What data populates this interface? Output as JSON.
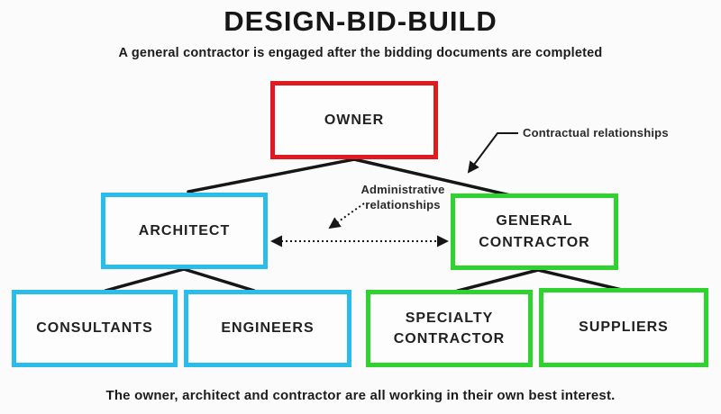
{
  "header": {
    "title": "DESIGN-BID-BUILD",
    "subtitle": "A general contractor is engaged after the bidding documents are completed"
  },
  "footer": {
    "caption": "The owner, architect and contractor are all working in their own best interest."
  },
  "legend": {
    "contractual_label": "Contractual relationships",
    "administrative_label": "Administrative relationships"
  },
  "colors": {
    "owner_border": "#e01b20",
    "architect_branch_border": "#2bbde9",
    "contractor_branch_border": "#2fd32f",
    "line": "#161616",
    "background": "#fbfbfb"
  },
  "nodes": {
    "owner": {
      "label": "OWNER"
    },
    "architect": {
      "label": "ARCHITECT"
    },
    "general_contractor": {
      "label": "GENERAL CONTRACTOR"
    },
    "consultants": {
      "label": "CONSULTANTS"
    },
    "engineers": {
      "label": "ENGINEERS"
    },
    "specialty_contractor": {
      "label": "SPECIALTY CONTRACTOR"
    },
    "suppliers": {
      "label": "SUPPLIERS"
    }
  },
  "edges": [
    {
      "from": "owner",
      "to": "architect",
      "type": "contractual"
    },
    {
      "from": "owner",
      "to": "general_contractor",
      "type": "contractual"
    },
    {
      "from": "architect",
      "to": "consultants",
      "type": "contractual"
    },
    {
      "from": "architect",
      "to": "engineers",
      "type": "contractual"
    },
    {
      "from": "general_contractor",
      "to": "specialty_contractor",
      "type": "contractual"
    },
    {
      "from": "general_contractor",
      "to": "suppliers",
      "type": "contractual"
    },
    {
      "from": "architect",
      "to": "general_contractor",
      "type": "administrative",
      "bidirectional": true
    }
  ]
}
